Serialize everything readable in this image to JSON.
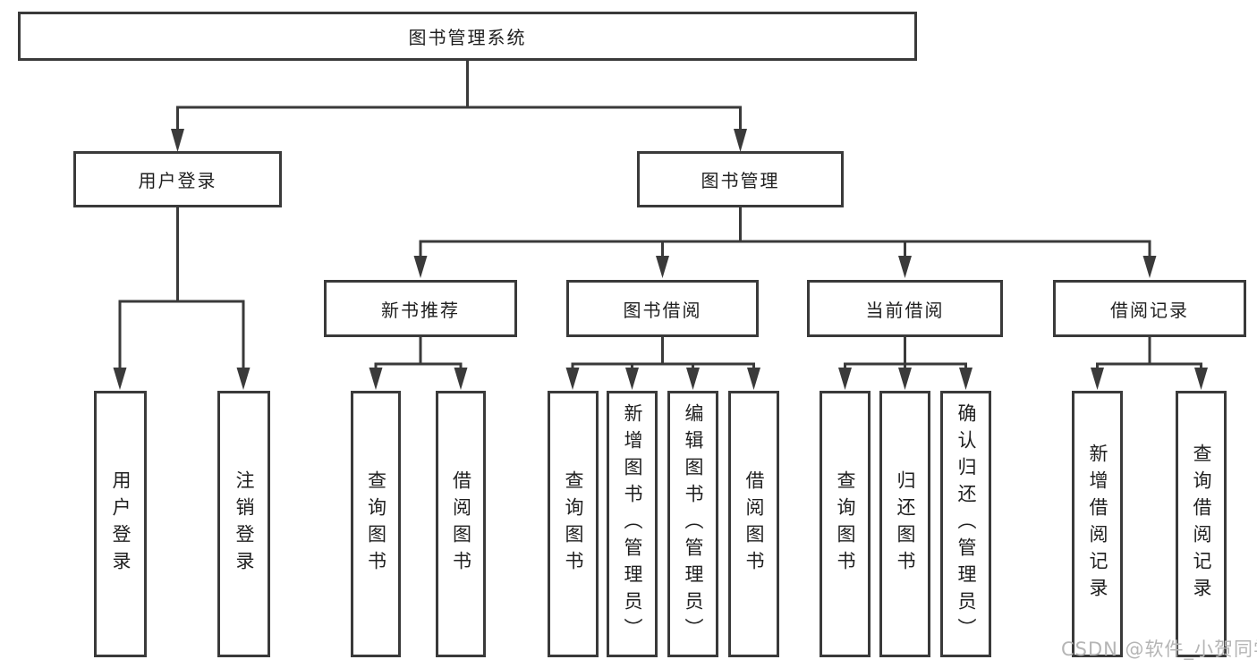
{
  "diagram": {
    "type": "hierarchy",
    "title": "图书管理系统",
    "branches": [
      {
        "label": "用户登录",
        "children": [
          {
            "label": "用户登录"
          },
          {
            "label": "注销登录"
          }
        ]
      },
      {
        "label": "图书管理",
        "children": [
          {
            "label": "新书推荐",
            "children": [
              {
                "label": "查询图书"
              },
              {
                "label": "借阅图书"
              }
            ]
          },
          {
            "label": "图书借阅",
            "children": [
              {
                "label": "查询图书"
              },
              {
                "label": "新增图书（管理员）"
              },
              {
                "label": "编辑图书（管理员）"
              },
              {
                "label": "借阅图书"
              }
            ]
          },
          {
            "label": "当前借阅",
            "children": [
              {
                "label": "查询图书"
              },
              {
                "label": "归还图书"
              },
              {
                "label": "确认归还（管理员）"
              }
            ]
          },
          {
            "label": "借阅记录",
            "children": [
              {
                "label": "新增借阅记录"
              },
              {
                "label": "查询借阅记录"
              }
            ]
          }
        ]
      }
    ]
  },
  "watermark": {
    "text": "CSDN @软件_小贺同学"
  },
  "colors": {
    "line": "#3a3a3a",
    "text": "#1f1f1f",
    "background": "#ffffff",
    "watermark": "#b5b5b5"
  }
}
